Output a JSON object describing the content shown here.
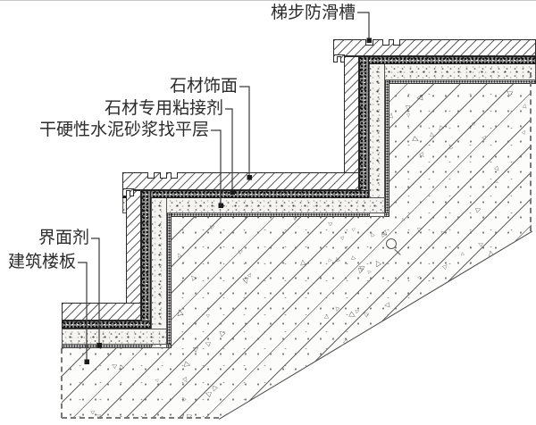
{
  "drawing": {
    "type": "stair-stone-finish-construction-detail",
    "callouts": [
      {
        "id": "tread-antislip-groove",
        "label": "梯步防滑槽"
      },
      {
        "id": "stone-finish",
        "label": "石材饰面"
      },
      {
        "id": "stone-adhesive",
        "label": "石材专用粘接剂"
      },
      {
        "id": "mortar-leveling",
        "label": "干硬性水泥砂浆找平层"
      },
      {
        "id": "interface-agent",
        "label": "界面剂"
      },
      {
        "id": "building-slab",
        "label": "建筑楼板"
      }
    ],
    "colors": {
      "paper": "#ffffff",
      "line": "#3a3a3a",
      "adhesive_band": "#8d8d8d",
      "interface_band": "#cdcdcd"
    }
  }
}
